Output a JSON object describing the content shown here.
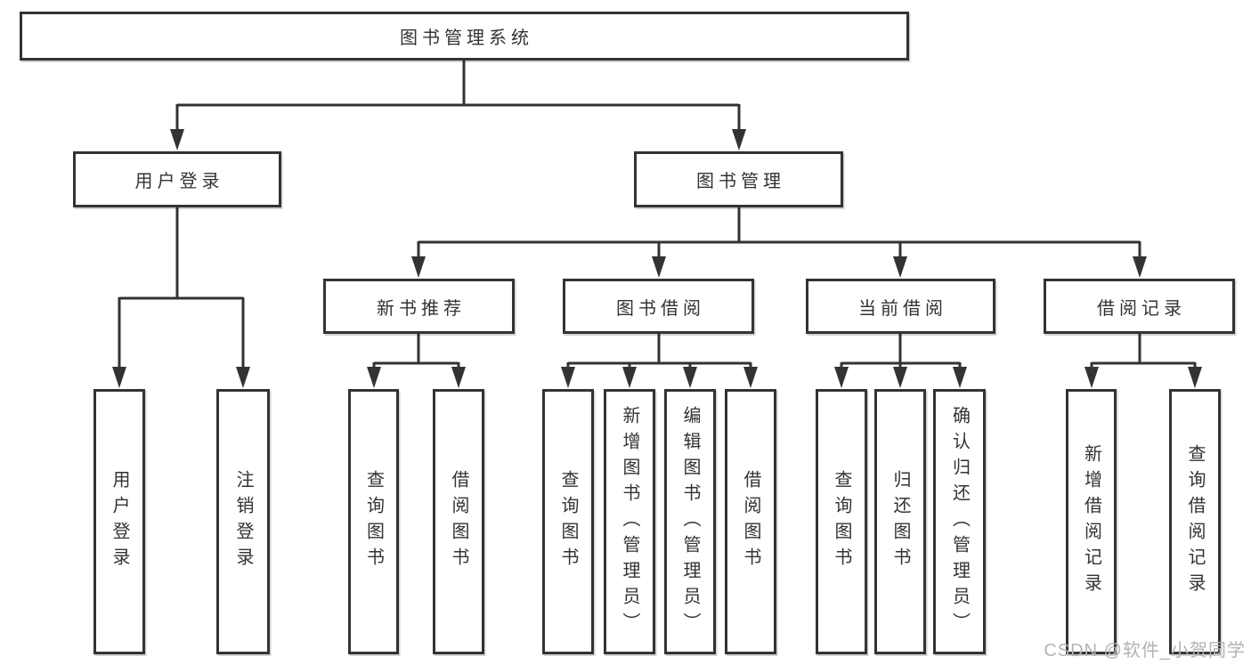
{
  "diagram_title": "图书管理系统",
  "tree": {
    "root": {
      "label": "图书管理系统"
    },
    "branches": [
      {
        "label": "用户登录",
        "children": [
          {
            "label": "用户登录"
          },
          {
            "label": "注销登录"
          }
        ]
      },
      {
        "label": "图书管理",
        "children": [
          {
            "label": "新书推荐",
            "children": [
              {
                "label": "查询图书"
              },
              {
                "label": "借阅图书"
              }
            ]
          },
          {
            "label": "图书借阅",
            "children": [
              {
                "label": "查询图书"
              },
              {
                "label": "新增图书（管理员）"
              },
              {
                "label": "编辑图书（管理员）"
              },
              {
                "label": "借阅图书"
              }
            ]
          },
          {
            "label": "当前借阅",
            "children": [
              {
                "label": "查询图书"
              },
              {
                "label": "归还图书"
              },
              {
                "label": "确认归还（管理员）"
              }
            ]
          },
          {
            "label": "借阅记录",
            "children": [
              {
                "label": "新增借阅记录"
              },
              {
                "label": "查询借阅记录"
              }
            ]
          }
        ]
      }
    ]
  },
  "watermark": "CSDN @软件_小贺同学",
  "colors": {
    "line": "#333333",
    "text": "#333333",
    "box_background": "#ffffff",
    "page_background": "#ffffff",
    "watermark": "#b3b3b3"
  }
}
